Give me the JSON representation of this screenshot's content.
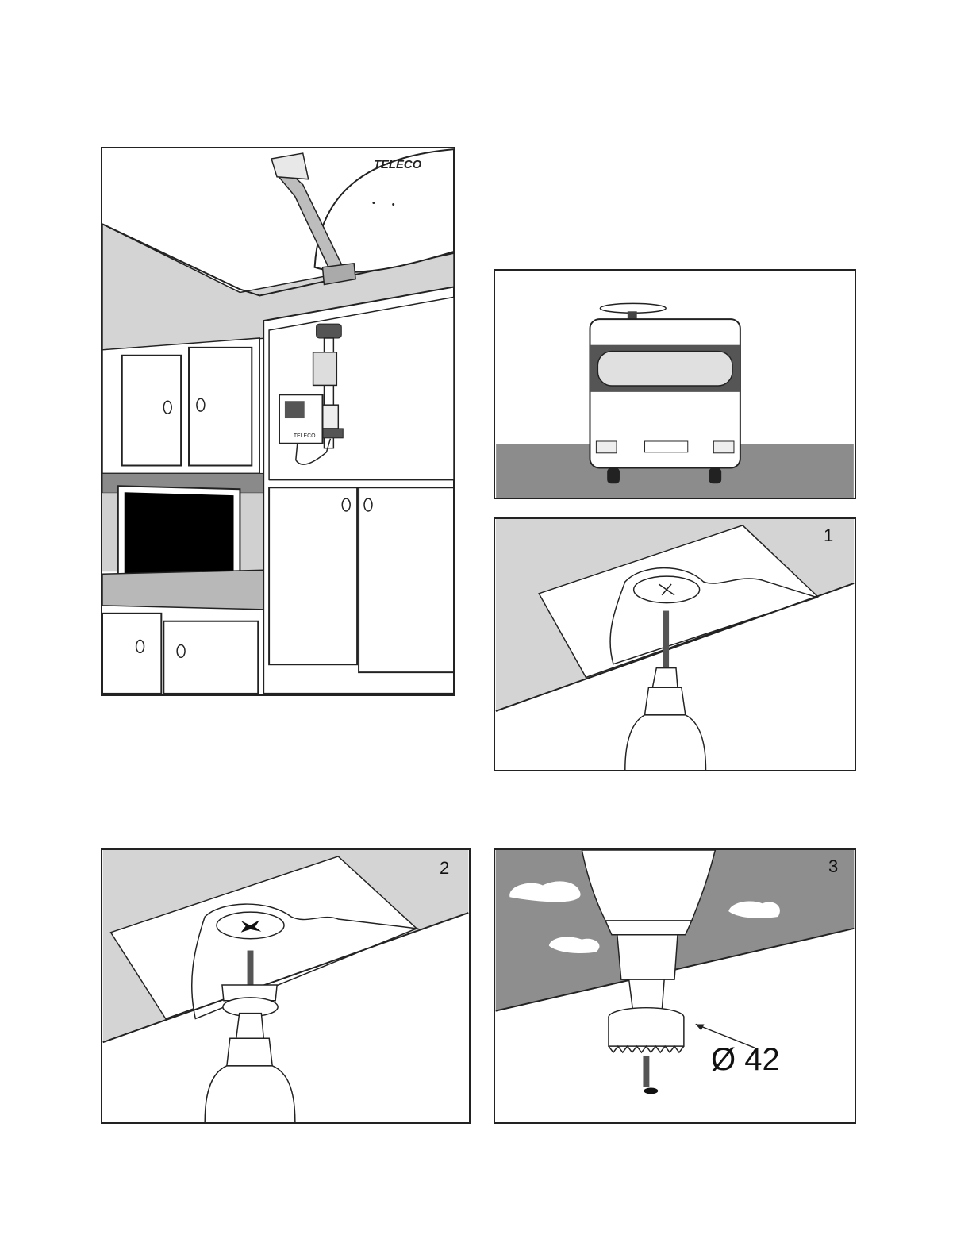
{
  "panels": {
    "interior": {
      "brand": "TELECO",
      "controller_brand": "TELECO"
    },
    "vehicle": {},
    "step1": {
      "number": "1"
    },
    "step2": {
      "number": "2"
    },
    "step3": {
      "number": "3",
      "diameter_label": "Ø 42"
    }
  },
  "colors": {
    "ceiling_gray": "#d4d4d4",
    "dark_gray": "#8a8a8a",
    "road_gray": "#8c8c8c",
    "outline": "#222222"
  }
}
